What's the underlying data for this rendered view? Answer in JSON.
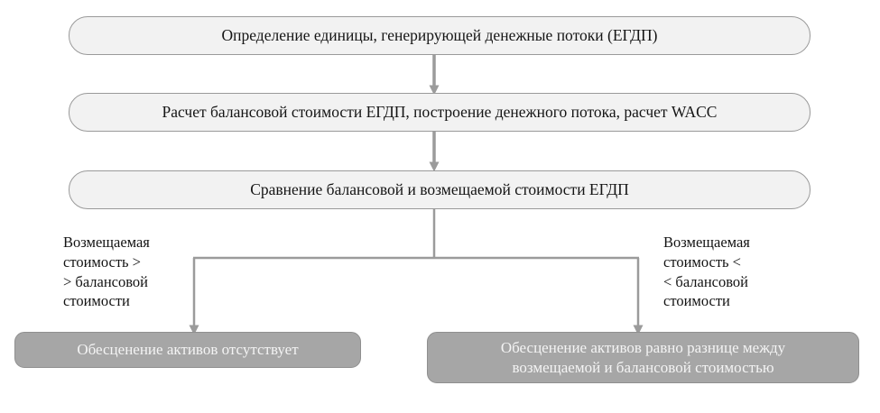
{
  "diagram": {
    "title_box": {
      "id": "step-identify-cgu",
      "text": "Определение единицы, генерирующей денежные потоки (ЕГДП)"
    },
    "steps": [
      {
        "id": "step-identify-cgu",
        "text": "Определение единицы, генерирующей денежные потоки (ЕГДП)"
      },
      {
        "id": "step-calc-carrying-value",
        "text": "Расчет балансовой стоимости ЕГДП, построение денежного потока, расчет WACC"
      },
      {
        "id": "step-compare-values",
        "text": "Сравнение балансовой и возмещаемой стоимости ЕГДП"
      }
    ],
    "branch_labels": {
      "left": "Возмещаемая\nстоимость >\n> балансовой\nстоимости",
      "right": "Возмещаемая\nстоимость <\n< балансовой\nстоимости"
    },
    "outcomes": [
      {
        "id": "outcome-no-impairment",
        "text": "Обесценение активов отсутствует"
      },
      {
        "id": "outcome-impairment-difference",
        "line1": "Обесценение активов равно разнице между",
        "line2": "возмещаемой и балансовой стоимостью"
      }
    ],
    "colors": {
      "light_box_fill": "#f2f2f2",
      "light_box_border": "#9a9a9a",
      "gray_box_fill": "#a6a6a6",
      "gray_box_border": "#8f8f8f",
      "connector": "#9b9b9b",
      "text_dark": "#151515",
      "text_light": "#f4f4f4",
      "background": "#ffffff"
    }
  }
}
